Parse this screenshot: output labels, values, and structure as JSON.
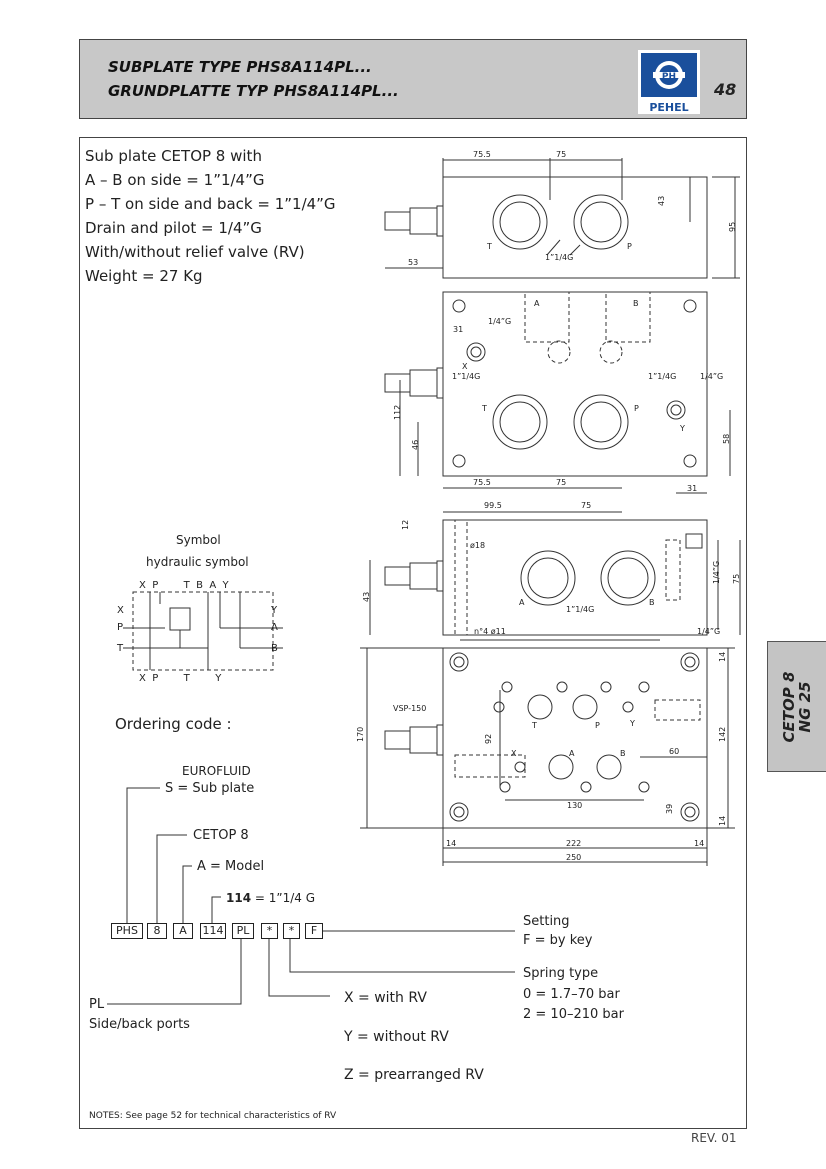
{
  "header": {
    "title_line1": "SUBPLATE TYPE PHS8A114PL...",
    "title_line2": "GRUNDPLATTE  TYP PHS8A114PL...",
    "logo_text": "PEHEL",
    "logo_mark": "PH",
    "page_number": "48"
  },
  "specs": [
    "Sub plate CETOP 8 with",
    "A – B on side = 1”1/4”G",
    "P – T on side and back = 1”1/4”G",
    "Drain and pilot = 1/4”G",
    "With/without relief valve (RV)",
    "Weight = 27 Kg"
  ],
  "symbol": {
    "title": "Symbol",
    "subtitle": "hydraulic symbol",
    "top_labels": "X  P        T  B  A  Y",
    "bottom_labels": "X  P        T        Y",
    "left_labels": [
      "X",
      "P",
      "T"
    ],
    "right_labels": [
      "Y",
      "A",
      "B"
    ]
  },
  "drawing": {
    "view1": {
      "dim_a": "75.5",
      "dim_b": "75",
      "dim_c": "43",
      "dim_d": "95",
      "dim_e": "53",
      "port_t": "T",
      "port_p": "P",
      "thread": "1”1/4G"
    },
    "view2": {
      "port_a": "A",
      "port_b": "B",
      "dim_31": "31",
      "pilot": "1/4”G",
      "port_x": "X",
      "thread_l": "1”1/4G",
      "thread_r": "1”1/4G",
      "drain": "1/4”G",
      "port_t": "T",
      "port_p": "P",
      "port_y": "Y",
      "dim_112": "112",
      "dim_46": "46",
      "dim_58": "58",
      "dim_755": "75.5",
      "dim_75": "75",
      "dim_31b": "31"
    },
    "view3": {
      "dim_995": "99.5",
      "dim_75": "75",
      "dim_12": "12",
      "dia18": "ø18",
      "dim_43": "43",
      "port_a": "A",
      "port_b": "B",
      "thread": "1”1/4G",
      "drain_v": "1/4”G",
      "dim_75v": "75",
      "holes": "n°4 ø11",
      "drain_h": "1/4”G"
    },
    "view4": {
      "vsp": "VSP-150",
      "dim_170": "170",
      "dim_92": "92",
      "dim_142": "142",
      "dim_14a": "14",
      "dim_14b": "14",
      "port_t": "T",
      "port_p": "P",
      "port_y": "Y",
      "port_x": "X",
      "port_a": "A",
      "port_b": "B",
      "dim_60": "60",
      "dim_130": "130",
      "dim_39": "39",
      "dim_14c": "14",
      "dim_222": "222",
      "dim_14d": "14",
      "dim_250": "250"
    }
  },
  "ordering": {
    "title": "Ordering code :",
    "eurofluid": "EUROFLUID",
    "s_def": "S = Sub plate",
    "cetop": "CETOP 8",
    "a_def": "A = Model",
    "code_114": "114",
    "code_114_def": " = 1”1/4 G",
    "boxes": [
      "PHS",
      "8",
      "A",
      "114",
      "PL",
      "*",
      "*",
      "F"
    ],
    "setting": "Setting",
    "setting_f": "F = by key",
    "spring": "Spring type",
    "spring_0": "0 = 1.7–70 bar",
    "spring_2": "2 = 10–210 bar",
    "pl": "PL",
    "pl_def": "Side/back ports",
    "x_def": "X = with RV",
    "y_def": "Y = without RV",
    "z_def": "Z = prearranged RV"
  },
  "notes": "NOTES: See page 52 for technical characteristics of RV",
  "revision": "REV. 01",
  "side_tab": {
    "line1": "CETOP 8",
    "line2": "NG 25"
  }
}
